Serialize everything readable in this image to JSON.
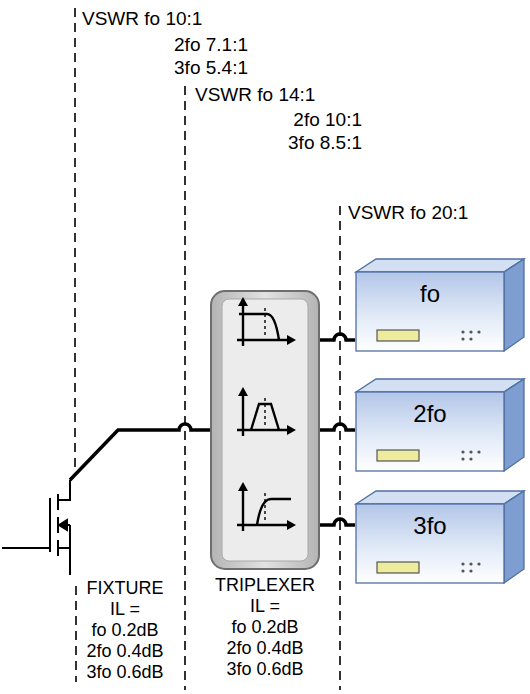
{
  "diagram": {
    "nodes": [
      {
        "text": [
          "TRIPLEXER",
          "IL =",
          "fo 0.2dB",
          "2fo 0.4dB",
          "3fo 0.6dB"
        ]
      },
      {
        "text": [
          "fo"
        ]
      },
      {
        "text": [
          "2fo"
        ]
      },
      {
        "text": [
          "3fo"
        ]
      }
    ],
    "edges": [
      {
        "from": 0,
        "to": 1,
        "arrow": "none"
      },
      {
        "from": 0,
        "to": 2,
        "arrow": "none"
      },
      {
        "from": 0,
        "to": 3,
        "arrow": "none"
      }
    ],
    "labels": [
      "VSWR fo 10:1",
      "2fo 7.1:1",
      "3fo 5.4:1",
      "VSWR fo 14:1",
      "2fo 10:1",
      "3fo 8.5:1",
      "VSWR fo 20:1",
      "FIXTURE",
      "IL =",
      "fo 0.2dB",
      "2fo 0.4dB",
      "3fo 0.6dB"
    ]
  }
}
